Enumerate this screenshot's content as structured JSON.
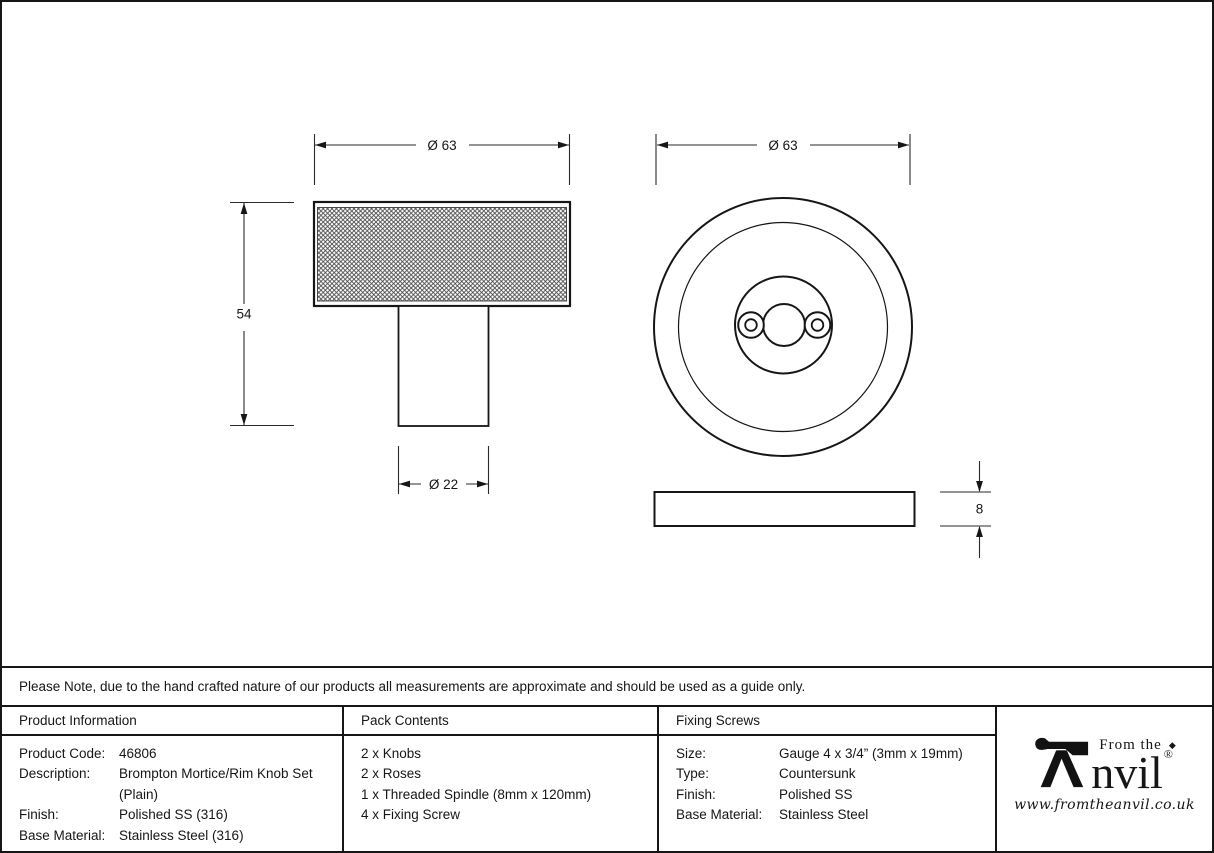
{
  "sheet": {
    "note": "Please Note, due to the hand crafted nature of our products all measurements are approximate and should be used as a guide only."
  },
  "drawing": {
    "knob_front_view": {
      "diameter_label": "Ø 63",
      "height_label": "54",
      "stem_diameter_label": "Ø 22"
    },
    "rose_front_view": {
      "diameter_label": "Ø 63"
    },
    "rose_side_view": {
      "thickness_label": "8"
    }
  },
  "product_information": {
    "header": "Product Information",
    "rows": [
      {
        "label": "Product Code:",
        "value": "46806"
      },
      {
        "label": "Description:",
        "value": "Brompton Mortice/Rim Knob Set (Plain)"
      },
      {
        "label": "Finish:",
        "value": "Polished SS (316)"
      },
      {
        "label": "Base Material:",
        "value": "Stainless Steel (316)"
      }
    ]
  },
  "pack_contents": {
    "header": "Pack Contents",
    "items": [
      "2 x Knobs",
      "2 x Roses",
      "1 x Threaded Spindle (8mm x 120mm)",
      "4 x Fixing Screw"
    ]
  },
  "fixing_screws": {
    "header": "Fixing Screws",
    "rows": [
      {
        "label": "Size:",
        "value": "Gauge 4 x 3/4” (3mm x 19mm)"
      },
      {
        "label": "Type:",
        "value": "Countersunk"
      },
      {
        "label": "Finish:",
        "value": "Polished SS"
      },
      {
        "label": "Base Material:",
        "value": "Stainless Steel"
      }
    ]
  },
  "logo": {
    "prefix": "From the",
    "diamond": "◆",
    "brand_suffix": "nvil",
    "registered_mark": "®",
    "website": "www.fromtheanvil.co.uk"
  }
}
